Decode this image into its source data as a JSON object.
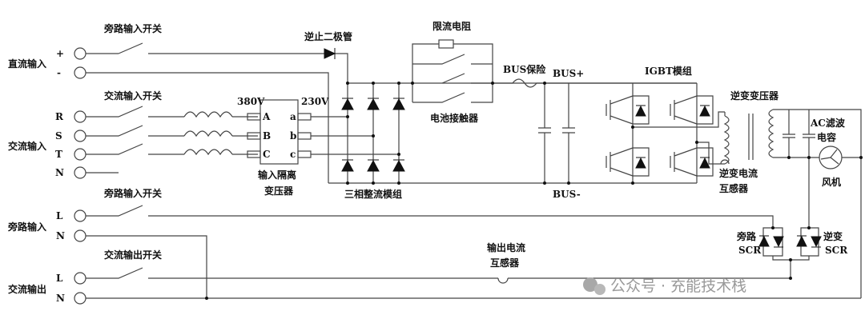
{
  "labels": {
    "bypass_switch_top": "旁路输入开关",
    "dc_input": "直流输入",
    "plus": "+",
    "minus": "-",
    "check_diode": "逆止二极管",
    "limit_resistor": "限流电阻",
    "bus_fuse": "BUS保险",
    "bus_plus": "BUS+",
    "bus_minus": "BUS-",
    "igbt": "IGBT模组",
    "ac_switch": "交流输入开关",
    "v380": "380V",
    "v230": "230V",
    "A": "A",
    "B": "B",
    "C": "C",
    "a": "a",
    "b": "b",
    "c": "c",
    "R": "R",
    "S": "S",
    "T": "T",
    "N1": "N",
    "ac_input": "交流输入",
    "battery_contactor": "电池接触器",
    "inv_transformer": "逆变变压器",
    "ac_cap1": "AC滤波",
    "ac_cap2": "电容",
    "iso_tr1": "输入隔离",
    "iso_tr2": "变压器",
    "rectifier": "三相整流模组",
    "inv_ct1": "逆变电流",
    "inv_ct2": "互感器",
    "fan": "风机",
    "bypass_switch": "旁路输入开关",
    "bypass_input": "旁路输入",
    "L1": "L",
    "N2": "N",
    "bypass_scr1": "旁路",
    "bypass_scr2": "SCR",
    "inv_scr1": "逆变",
    "inv_scr2": "SCR",
    "out_ct1": "输出电流",
    "out_ct2": "互感器",
    "out_switch": "交流输出开关",
    "ac_output": "交流输出",
    "L2": "L",
    "N3": "N"
  },
  "watermark": "公众号 · 充能技术栈"
}
